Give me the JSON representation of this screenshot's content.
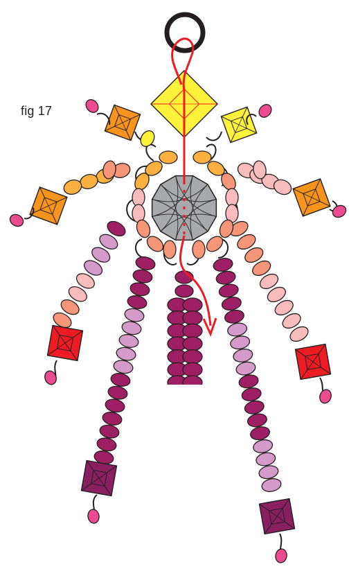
{
  "figure": {
    "label": "fig 17"
  },
  "colors": {
    "outline": "#231f20",
    "thread": "#ed1c24",
    "center_bead": "#a7a9ac",
    "yellow": "#fff23a",
    "orange": "#f7941d",
    "light_orange": "#fbb040",
    "salmon": "#f69679",
    "light_pink": "#f9bcbc",
    "lilac": "#d49ac9",
    "plum": "#9e1f63",
    "red": "#ed1c24",
    "magenta_tip": "#ec4c8f",
    "crystal_plum": "#8a2060"
  },
  "parts": [
    "ring",
    "thread",
    "center-bead",
    "top-crystal",
    "side-crystals",
    "bead-strands",
    "drop-beads"
  ]
}
